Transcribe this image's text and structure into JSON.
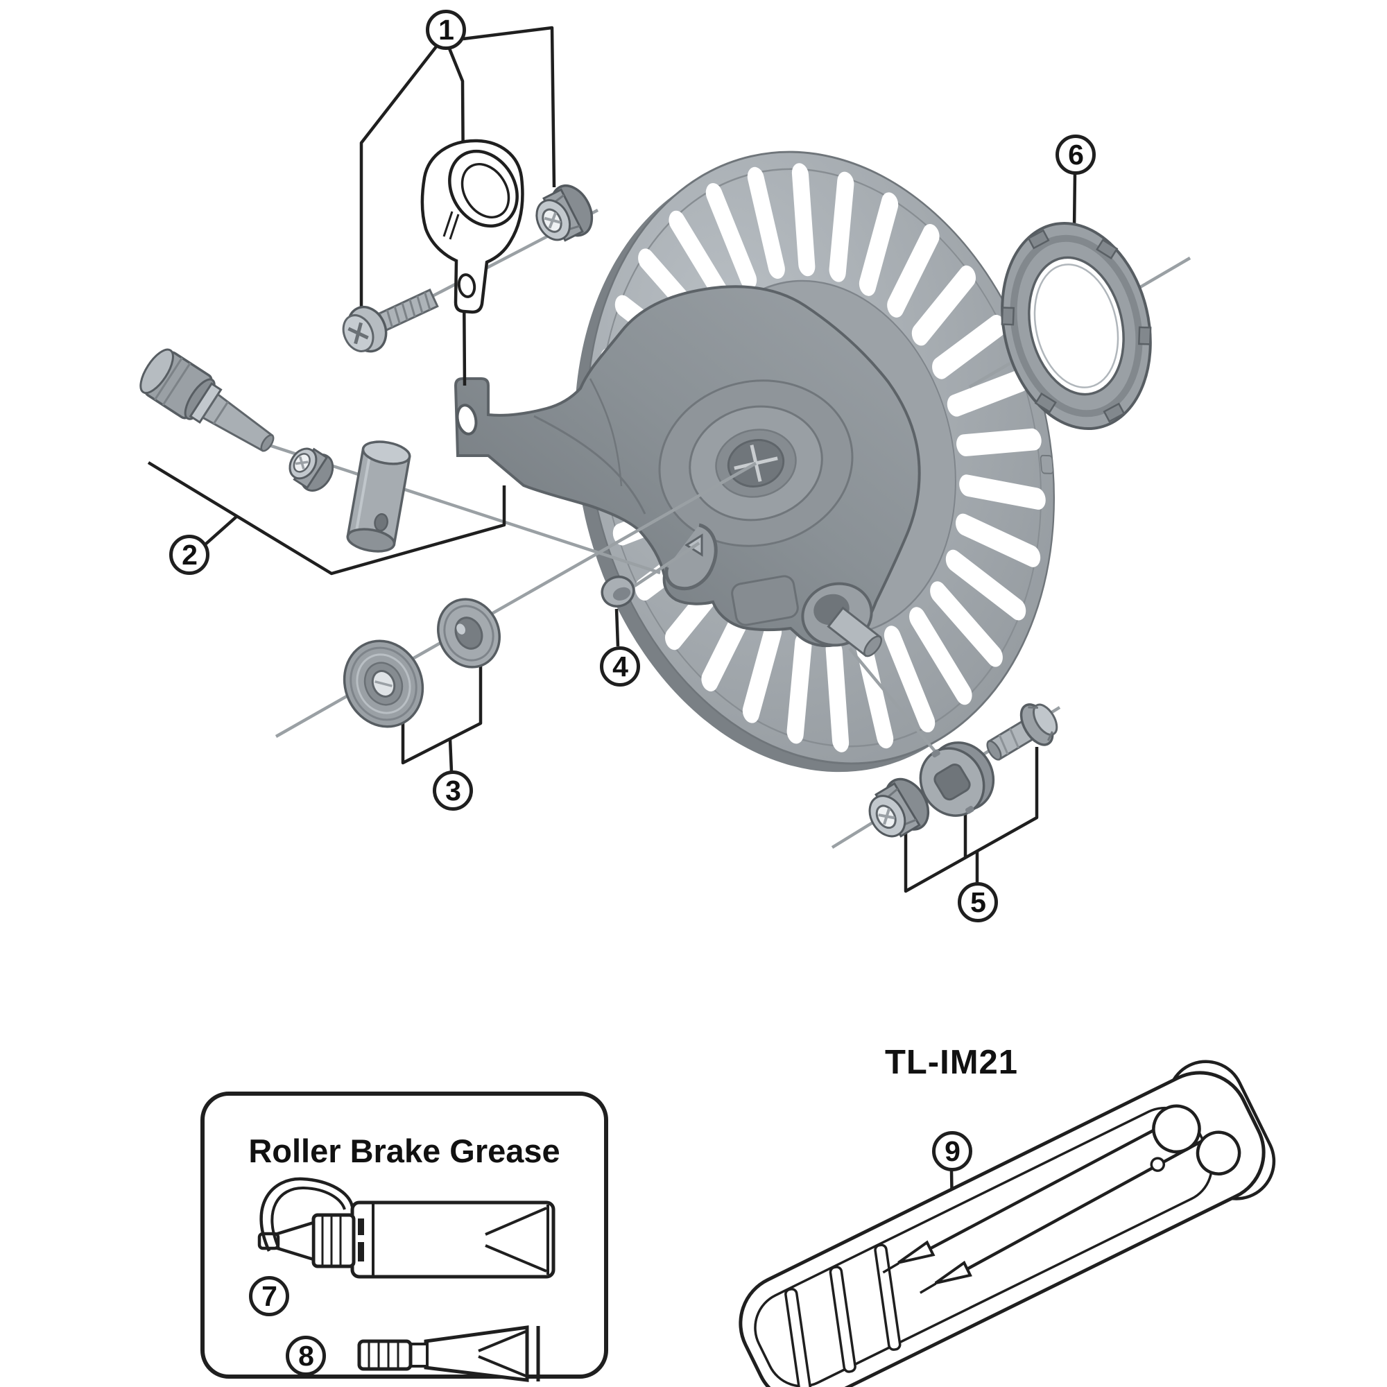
{
  "colors": {
    "background": "#ffffff",
    "line_art": "#1f1f1f",
    "leader_gray": "#9aa0a4",
    "disc_face": "#a0a6ab",
    "arm_face": "#8a9196",
    "metal_light": "#c2c8cd",
    "metal_mid": "#9aa0a5",
    "metal_dark": "#70767b"
  },
  "diagram": {
    "grease_box_title": "Roller Brake Grease",
    "tool_title": "TL-IM21",
    "callouts": [
      {
        "num": "1",
        "part": "clamp-band-nut-bolt-unit"
      },
      {
        "num": "2",
        "part": "cable-fixing-bolt-unit"
      },
      {
        "num": "3",
        "part": "cone-seal-ring-set"
      },
      {
        "num": "4",
        "part": "dust-cap"
      },
      {
        "num": "5",
        "part": "axle-nut-washer-bolt-unit"
      },
      {
        "num": "6",
        "part": "lock-ring"
      },
      {
        "num": "7",
        "part": "grease-bottle-nozzle"
      },
      {
        "num": "8",
        "part": "grease-tube"
      },
      {
        "num": "9",
        "part": "tl-im21-tool-tray"
      }
    ]
  }
}
